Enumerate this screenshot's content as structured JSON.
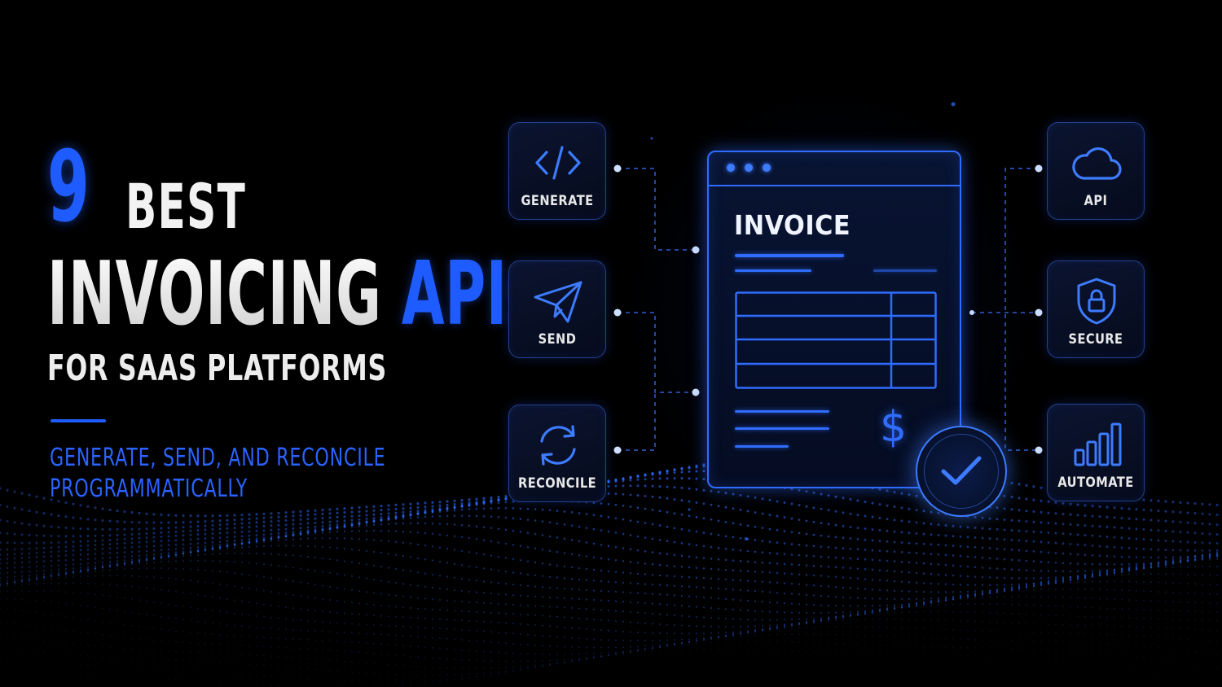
{
  "headline": {
    "number": "9",
    "word1": "BEST",
    "line2_a": "INVOICING",
    "line2_b": "APIs",
    "line3": "FOR SAAS PLATFORMS"
  },
  "subtitle": {
    "line1": "GENERATE, SEND, AND RECONCILE",
    "line2": "PROGRAMMATICALLY"
  },
  "features_left": [
    {
      "label": "GENERATE",
      "icon": "code-icon"
    },
    {
      "label": "SEND",
      "icon": "paper-plane-icon"
    },
    {
      "label": "RECONCILE",
      "icon": "refresh-icon"
    }
  ],
  "features_right": [
    {
      "label": "API",
      "icon": "cloud-icon"
    },
    {
      "label": "SECURE",
      "icon": "shield-lock-icon"
    },
    {
      "label": "AUTOMATE",
      "icon": "bar-chart-icon"
    }
  ],
  "invoice": {
    "title": "INVOICE",
    "currency_symbol": "$",
    "status_icon": "checkmark-icon"
  },
  "colors": {
    "accent": "#1f5cff",
    "glow": "#3d7bff",
    "background": "#000000",
    "text": "#f2f2f2"
  }
}
